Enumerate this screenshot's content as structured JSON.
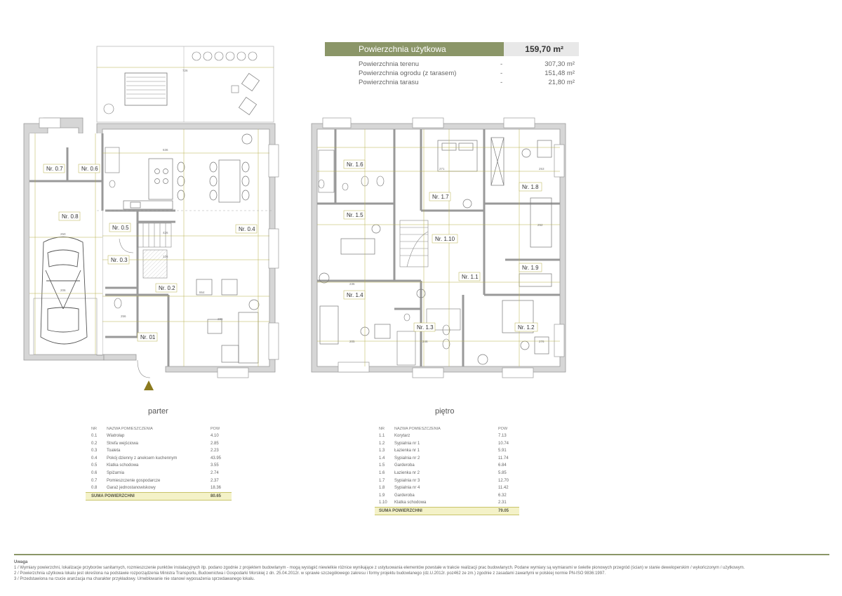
{
  "summary": {
    "main_label": "Powierzchnia użytkowa",
    "main_value": "159,70 m²",
    "rows": [
      {
        "label": "Powierzchnia terenu",
        "dash": "-",
        "value": "307,30 m²"
      },
      {
        "label": "Powierzchnia ogrodu (z tarasem)",
        "dash": "-",
        "value": "151,48 m²"
      },
      {
        "label": "Powierzchnia tarasu",
        "dash": "-",
        "value": "21,80 m²"
      }
    ]
  },
  "floors": {
    "ground_title": "parter",
    "upper_title": "piętro"
  },
  "ground_labels": {
    "r01": "Nr. 01",
    "r02": "Nr. 0.2",
    "r03": "Nr. 0.3",
    "r04": "Nr. 0.4",
    "r05": "Nr. 0.5",
    "r06": "Nr. 0.6",
    "r07": "Nr. 0.7",
    "r08": "Nr. 0.8"
  },
  "upper_labels": {
    "r11": "Nr. 1.1",
    "r12": "Nr. 1.2",
    "r13": "Nr. 1.3",
    "r14": "Nr. 1.4",
    "r15": "Nr. 1.5",
    "r16": "Nr. 1.6",
    "r17": "Nr. 1.7",
    "r18": "Nr. 1.8",
    "r19": "Nr. 1.9",
    "r110": "Nr. 1.10"
  },
  "table_headers": {
    "nr": "NR",
    "name": "NAZWA POMIESZCZENIA",
    "pow": "POW"
  },
  "ground_table": {
    "rows": [
      {
        "nr": "0.1",
        "name": "Wiatrołap",
        "pow": "4.10"
      },
      {
        "nr": "0.2",
        "name": "Strefa wejściowa",
        "pow": "2.85"
      },
      {
        "nr": "0.3",
        "name": "Toaleta",
        "pow": "2.23"
      },
      {
        "nr": "0.4",
        "name": "Pokój dzienny z aneksem kuchennym",
        "pow": "43.95"
      },
      {
        "nr": "0.5",
        "name": "Klatka schodowa",
        "pow": "3.55"
      },
      {
        "nr": "0.6",
        "name": "Spiżarnia",
        "pow": "2.74"
      },
      {
        "nr": "0.7",
        "name": "Pomieszczenie gospodarcze",
        "pow": "2.37"
      },
      {
        "nr": "0.8",
        "name": "Garaż jednostanowiskowy",
        "pow": "18.36"
      }
    ],
    "total_label": "SUMA POWIERZCHNI",
    "total_value": "80.65"
  },
  "upper_table": {
    "rows": [
      {
        "nr": "1.1",
        "name": "Korytarz",
        "pow": "7.13"
      },
      {
        "nr": "1.2",
        "name": "Sypialnia nr 1",
        "pow": "10.74"
      },
      {
        "nr": "1.3",
        "name": "Łazienka nr 1",
        "pow": "5.91"
      },
      {
        "nr": "1.4",
        "name": "Sypialnia nr 2",
        "pow": "11.74"
      },
      {
        "nr": "1.5",
        "name": "Garderoba",
        "pow": "6.84"
      },
      {
        "nr": "1.6",
        "name": "Łazienka nr 2",
        "pow": "5.85"
      },
      {
        "nr": "1.7",
        "name": "Sypialnia nr 3",
        "pow": "12.70"
      },
      {
        "nr": "1.8",
        "name": "Sypialnia nr 4",
        "pow": "11.42"
      },
      {
        "nr": "1.9",
        "name": "Garderoba",
        "pow": "6.32"
      },
      {
        "nr": "1.10",
        "name": "Klatka schodowa",
        "pow": "2.31"
      }
    ],
    "total_label": "SUMA POWIERZCHNI",
    "total_value": "79.05"
  },
  "notes": {
    "title": "Uwaga",
    "lines": [
      "1 / Wymiary powierzchni, lokalizacje przyborów sanitarnych, rozmieszczenie punktów instalacyjnych itp. podano zgodnie z projektem budowlanym - mogą wystąpić niewielkie różnice wynikające z ustytuowania elementów powstałe w trakcie realizacji prac budowlanych. Podane wymiary są wymiarami w świetle pionowych przegród (ścian) w stanie deweloperskim / wykończonym / użytkowym.",
      "2 / Powierzchnia użytkowa lokalu jest określona na podstawie rozporządzenia Ministra Transportu, Budownictwa i Gospodarki Morskiej z dn. 25.04.2012r. w sprawie szczegółowego zakresu i formy projektu budowlanego (dz.U.2012r. poz462 ze zm.) zgodnie z zasadami zawartymi w polskiej normie PN-ISO 9836:1997.",
      "3 / Przedstawiona na rzucie aranżacja ma charakter przykładowy. Umeblowanie nie stanowi wyposażenia sprzedawanego lokalu."
    ]
  },
  "colors": {
    "accent": "#8b9668",
    "wall": "#c8c8c8",
    "wall_dark": "#999999",
    "dim_line": "#b7b04a",
    "total_bg": "#f4f2c8"
  }
}
